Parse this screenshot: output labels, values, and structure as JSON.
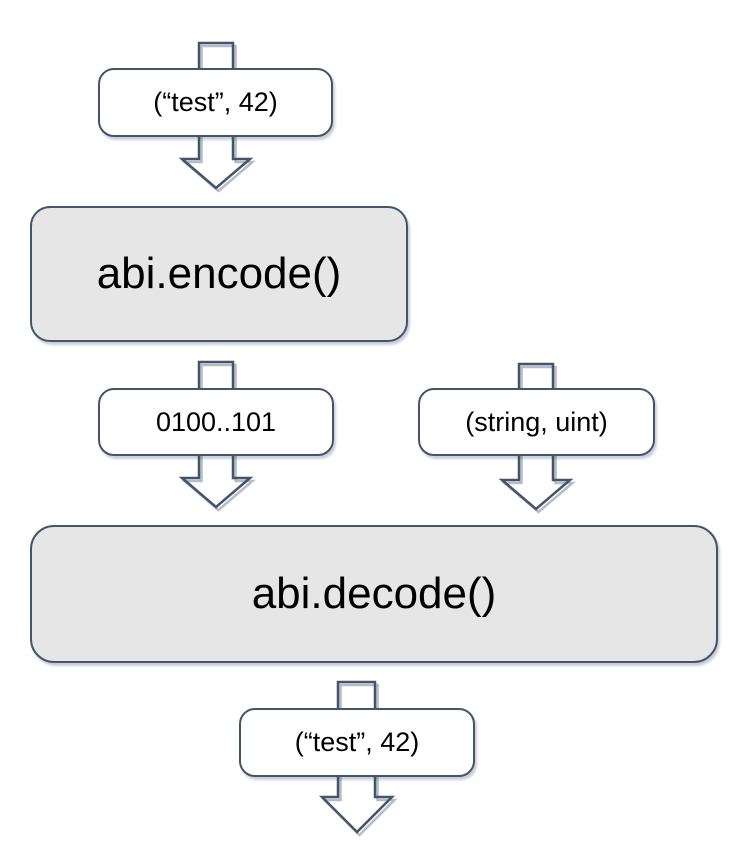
{
  "diagram": {
    "nodes": {
      "input": {
        "label": "(“test”, 42)"
      },
      "encode": {
        "label": "abi.encode()"
      },
      "bytes": {
        "label": "0100..101"
      },
      "types": {
        "label": "(string, uint)"
      },
      "decode": {
        "label": "abi.decode()"
      },
      "output": {
        "label": "(“test”, 42)"
      }
    },
    "colors": {
      "outline": "#44546A",
      "process_fill": "#E7E6E6",
      "data_fill": "#FFFFFF",
      "text": "#000000",
      "background": "#FFFFFF"
    }
  }
}
